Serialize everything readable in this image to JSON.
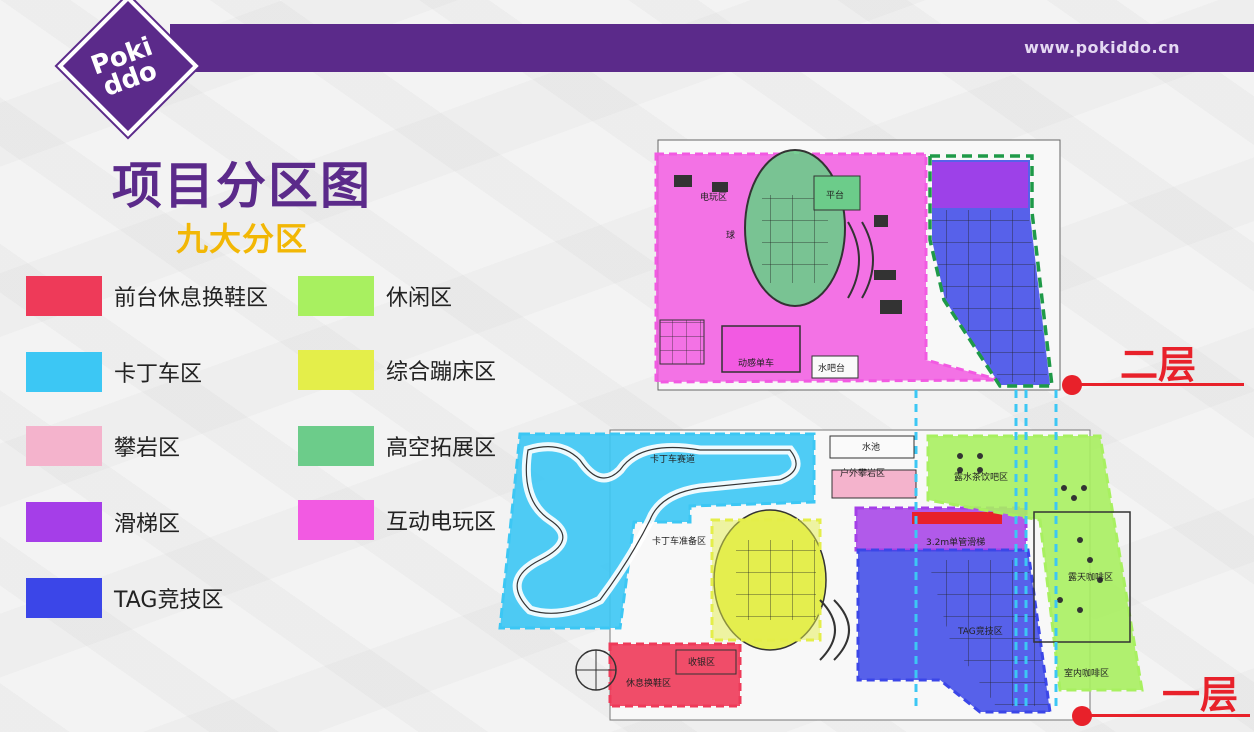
{
  "header": {
    "url": "www.pokiddo.cn",
    "logo_text_line1": "Poki",
    "logo_text_line2": "ddo"
  },
  "title": "项目分区图",
  "subtitle": "九大分区",
  "legend": [
    {
      "label": "前台休息换鞋区",
      "color": "#ee3a59"
    },
    {
      "label": "卡丁车区",
      "color": "#3cc7f4"
    },
    {
      "label": "攀岩区",
      "color": "#f4b3cc"
    },
    {
      "label": "滑梯区",
      "color": "#a53ee8"
    },
    {
      "label": "TAG竞技区",
      "color": "#3b46e8"
    },
    {
      "label": "休闲区",
      "color": "#a8f060"
    },
    {
      "label": "综合蹦床区",
      "color": "#e4ee4a"
    },
    {
      "label": "高空拓展区",
      "color": "#6ccc8a"
    },
    {
      "label": "互动电玩区",
      "color": "#f25ae2"
    }
  ],
  "floors": {
    "second": "二层",
    "first": "一层"
  },
  "plan_labels": {
    "upper": {
      "arcade": "电玩区",
      "ball": "球",
      "bike": "动感单车",
      "bar": "水吧台",
      "platform": "平台"
    },
    "lower": {
      "kart_track": "卡丁车赛道",
      "kart_prep": "卡丁车准备区",
      "pool": "水池",
      "outdoor": "户外攀岩区",
      "slide_strip": "3.2m单管滑梯",
      "tag": "TAG竞技区",
      "cafe": "露天咖啡区",
      "indoor_cafe": "室内咖啡区",
      "cashier": "收银区",
      "rest": "休息换鞋区",
      "water_bar": "露水茶饮吧区"
    }
  }
}
